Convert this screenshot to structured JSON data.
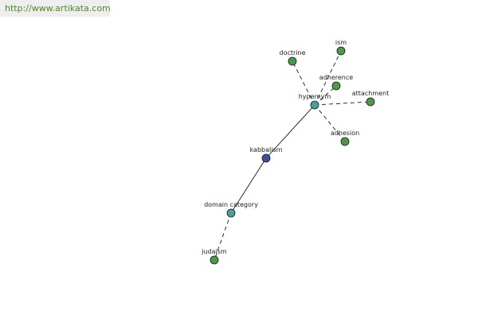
{
  "watermark": {
    "text": "http://www.artikata.com"
  },
  "colors": {
    "center_node": "#3f4f9c",
    "relation_node": "#4b9e9a",
    "term_node": "#4c9a45",
    "edge": "#000000"
  },
  "graph": {
    "nodes": [
      {
        "id": "kabbalism",
        "label": "kabbalism",
        "kind": "center"
      },
      {
        "id": "hypernym",
        "label": "hypernym",
        "kind": "relation"
      },
      {
        "id": "domain-category",
        "label": "domain category",
        "kind": "relation"
      },
      {
        "id": "doctrine",
        "label": "doctrine",
        "kind": "term"
      },
      {
        "id": "ism",
        "label": "ism",
        "kind": "term"
      },
      {
        "id": "adherence",
        "label": "adherence",
        "kind": "term"
      },
      {
        "id": "attachment",
        "label": "attachment",
        "kind": "term"
      },
      {
        "id": "adhesion",
        "label": "adhesion",
        "kind": "term"
      },
      {
        "id": "judaism",
        "label": "judaism",
        "kind": "term"
      }
    ],
    "edges": [
      {
        "from": "kabbalism",
        "to": "hypernym",
        "style": "solid"
      },
      {
        "from": "kabbalism",
        "to": "domain-category",
        "style": "solid"
      },
      {
        "from": "hypernym",
        "to": "doctrine",
        "style": "dashed"
      },
      {
        "from": "hypernym",
        "to": "ism",
        "style": "dashed"
      },
      {
        "from": "hypernym",
        "to": "adherence",
        "style": "dashed"
      },
      {
        "from": "hypernym",
        "to": "attachment",
        "style": "dashed"
      },
      {
        "from": "hypernym",
        "to": "adhesion",
        "style": "dashed"
      },
      {
        "from": "domain-category",
        "to": "judaism",
        "style": "dashed"
      }
    ]
  }
}
